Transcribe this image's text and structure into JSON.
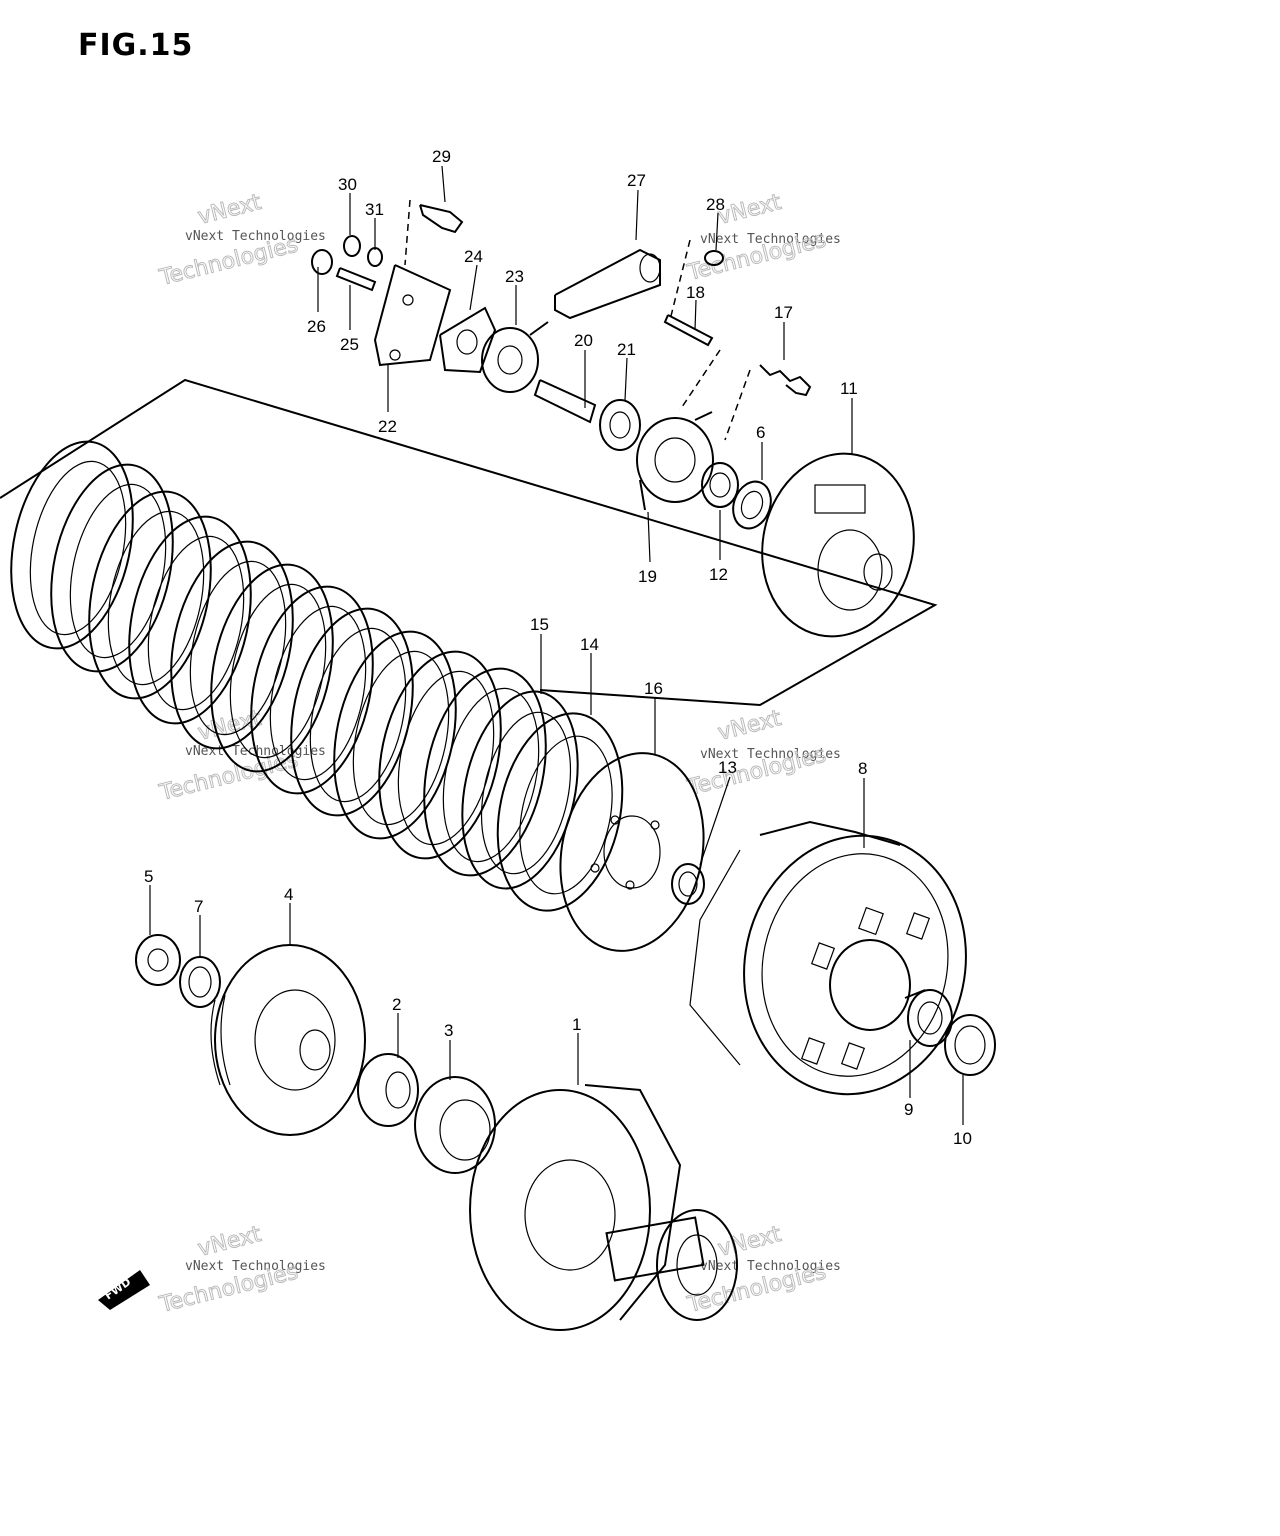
{
  "figure": {
    "title": "FIG.15",
    "fwd_label": "FWD"
  },
  "watermark": {
    "line1": "vNext Technologies",
    "line2": "vNext",
    "line3": "Technologies"
  },
  "callouts": {
    "p1": "1",
    "p2": "2",
    "p3": "3",
    "p4": "4",
    "p5": "5",
    "p6": "6",
    "p7": "7",
    "p8": "8",
    "p9": "9",
    "p10": "10",
    "p11": "11",
    "p12": "12",
    "p13": "13",
    "p14": "14",
    "p15": "15",
    "p16": "16",
    "p17": "17",
    "p18": "18",
    "p19": "19",
    "p20": "20",
    "p21": "21",
    "p22": "22",
    "p23": "23",
    "p24": "24",
    "p25": "25",
    "p26": "26",
    "p27": "27",
    "p28": "28",
    "p29": "29",
    "p30": "30",
    "p31": "31"
  }
}
